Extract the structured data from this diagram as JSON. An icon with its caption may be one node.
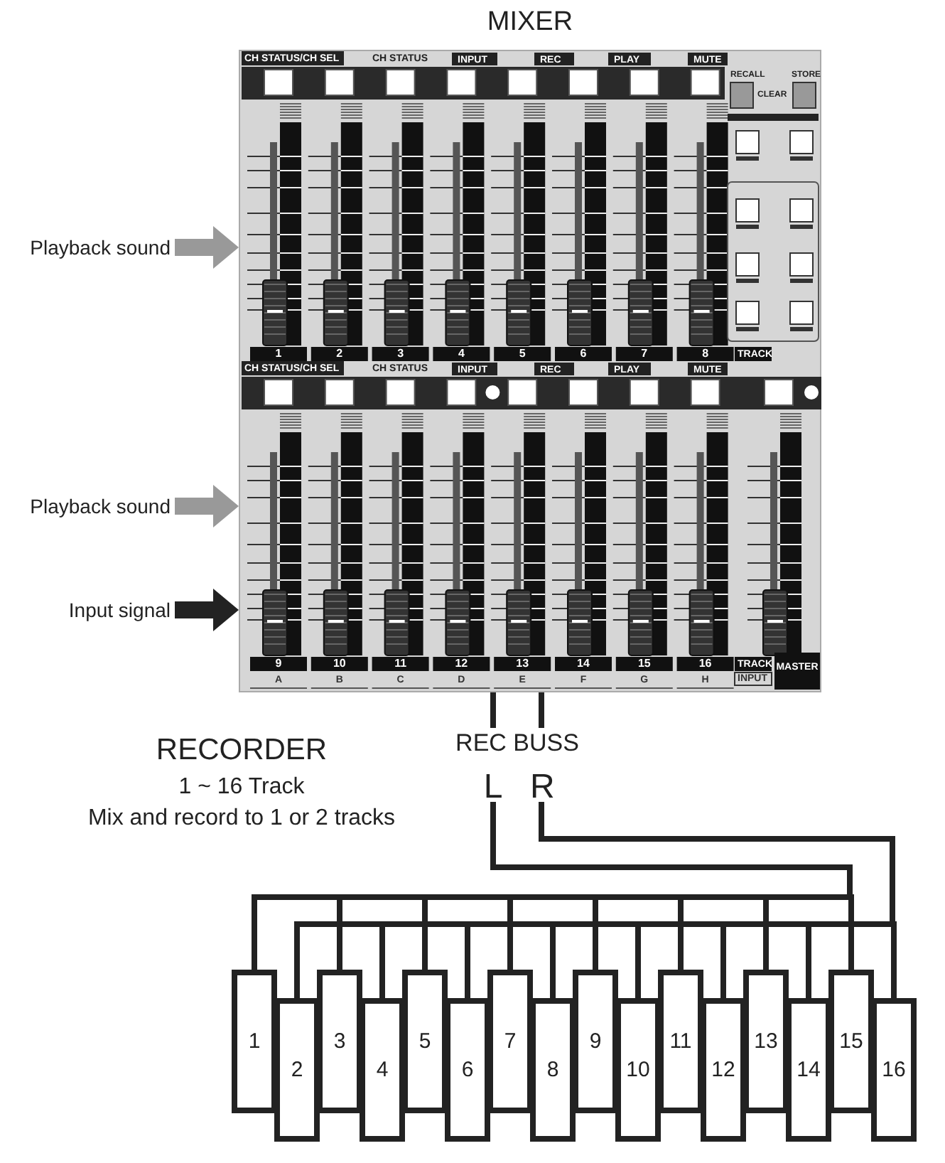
{
  "diagram": {
    "nodes": [
      {
        "text": [
          "MIXER"
        ]
      },
      {
        "text": [
          "Playback sound"
        ]
      },
      {
        "text": [
          "Playback sound"
        ]
      },
      {
        "text": [
          "Input signal"
        ]
      },
      {
        "text": [
          "REC BUSS"
        ]
      },
      {
        "text": [
          "L"
        ],
        "in": 4
      },
      {
        "text": [
          "R"
        ],
        "in": 4
      },
      {
        "text": [
          "1"
        ]
      },
      {
        "text": [
          "2"
        ]
      },
      {
        "text": [
          "3"
        ]
      },
      {
        "text": [
          "4"
        ]
      },
      {
        "text": [
          "5"
        ]
      },
      {
        "text": [
          "6"
        ]
      },
      {
        "text": [
          "7"
        ]
      },
      {
        "text": [
          "8"
        ]
      },
      {
        "text": [
          "9"
        ]
      },
      {
        "text": [
          "10"
        ]
      },
      {
        "text": [
          "11"
        ]
      },
      {
        "text": [
          "12"
        ]
      },
      {
        "text": [
          "13"
        ]
      },
      {
        "text": [
          "14"
        ]
      },
      {
        "text": [
          "15"
        ]
      },
      {
        "text": [
          "16"
        ]
      }
    ],
    "edges": [
      {
        "from": 1,
        "to": 0,
        "arrow": "to",
        "style": "thick",
        "color": "#999999"
      },
      {
        "from": 2,
        "to": 0,
        "arrow": "to",
        "style": "thick",
        "color": "#999999"
      },
      {
        "from": 3,
        "to": 0,
        "arrow": "to",
        "style": "thick"
      },
      {
        "from": 0,
        "to": 4,
        "arrow": "none"
      },
      {
        "from": 0,
        "to": 4,
        "arrow": "none"
      },
      {
        "from": 5,
        "to": 7,
        "arrow": "none"
      },
      {
        "from": 5,
        "to": 9,
        "arrow": "none"
      },
      {
        "from": 5,
        "to": 11,
        "arrow": "none"
      },
      {
        "from": 5,
        "to": 13,
        "arrow": "none"
      },
      {
        "from": 5,
        "to": 15,
        "arrow": "none"
      },
      {
        "from": 5,
        "to": 17,
        "arrow": "none"
      },
      {
        "from": 5,
        "to": 19,
        "arrow": "none"
      },
      {
        "from": 5,
        "to": 21,
        "arrow": "none"
      },
      {
        "from": 6,
        "to": 8,
        "arrow": "none"
      },
      {
        "from": 6,
        "to": 10,
        "arrow": "none"
      },
      {
        "from": 6,
        "to": 12,
        "arrow": "none"
      },
      {
        "from": 6,
        "to": 14,
        "arrow": "none"
      },
      {
        "from": 6,
        "to": 16,
        "arrow": "none"
      },
      {
        "from": 6,
        "to": 18,
        "arrow": "none"
      },
      {
        "from": 6,
        "to": 20,
        "arrow": "none"
      },
      {
        "from": 6,
        "to": 22,
        "arrow": "none"
      }
    ],
    "labels": [
      "CH STATUS/CH SEL",
      "CH STATUS",
      "INPUT",
      "REC",
      "PLAY",
      "MUTE",
      "RECALL",
      "CLEAR",
      "STORE",
      "1",
      "2",
      "3",
      "4",
      "5",
      "6",
      "7",
      "8",
      "TRACK",
      "CH STATUS/CH SEL",
      "CH STATUS",
      "INPUT",
      "REC",
      "PLAY",
      "MUTE",
      "9",
      "10",
      "11",
      "12",
      "13",
      "14",
      "15",
      "16",
      "TRACK",
      "MASTER",
      "A",
      "B",
      "C",
      "D",
      "E",
      "F",
      "G",
      "H",
      "INPUT",
      "RECORDER",
      "1 ~ 16 Track",
      "Mix and record to 1 or 2 tracks"
    ]
  }
}
